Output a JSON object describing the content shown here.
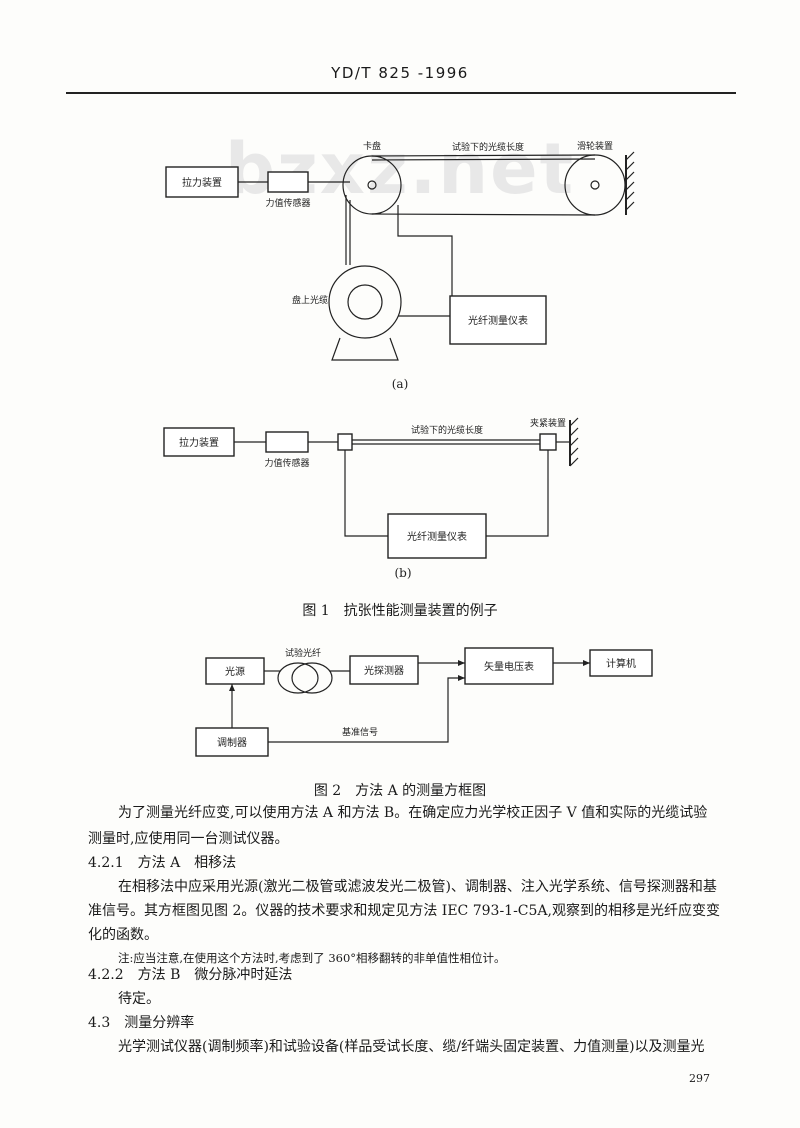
{
  "header": {
    "standard_id": "YD/T 825 -1996"
  },
  "watermark": "bzxz.net",
  "figure1a": {
    "tension_device": "拉力装置",
    "force_sensor": "力值传感器",
    "clamp": "卡盘",
    "length_under_test": "试验下的光缆长度",
    "pulley": "滑轮装置",
    "reel_cable": "盘上光缆",
    "fiber_meter": "光纤测量仪表",
    "caption": "(a)"
  },
  "figure1b": {
    "tension_device": "拉力装置",
    "force_sensor": "力值传感器",
    "length_under_test": "试验下的光缆长度",
    "clamp_device": "夹紧装置",
    "fiber_meter": "光纤测量仪表",
    "caption": "(b)"
  },
  "figure1_caption": "图 1　抗张性能测量装置的例子",
  "figure2": {
    "light_source": "光源",
    "test_fiber": "试验光纤",
    "detector": "光探测器",
    "vector_voltmeter": "矢量电压表",
    "computer": "计算机",
    "modulator": "调制器",
    "reference_signal": "基准信号"
  },
  "figure2_caption": "图 2　方法 A 的测量方框图",
  "body": {
    "p1_line1": "为了测量光纤应变,可以使用方法 A 和方法 B。在确定应力光学校正因子 V 值和实际的光缆试验",
    "p1_line2": "测量时,应使用同一台测试仪器。",
    "s421": "4.2.1　方法 A　相移法",
    "p2_line1": "在相移法中应采用光源(激光二极管或滤波发光二极管)、调制器、注入光学系统、信号探测器和基",
    "p2_line2": "准信号。其方框图见图 2。仪器的技术要求和规定见方法 IEC 793-1-C5A,观察到的相移是光纤应变变",
    "p2_line3": "化的函数。",
    "note": "注:应当注意,在使用这个方法时,考虑到了 360°相移翻转的非单值性相位计。",
    "s422": "4.2.2　方法 B　微分脉冲时延法",
    "p3": "待定。",
    "s43": "4.3　测量分辨率",
    "p4": "光学测试仪器(调制频率)和试验设备(样品受试长度、缆/纤端头固定装置、力值测量)以及测量光"
  },
  "page_number": "297"
}
